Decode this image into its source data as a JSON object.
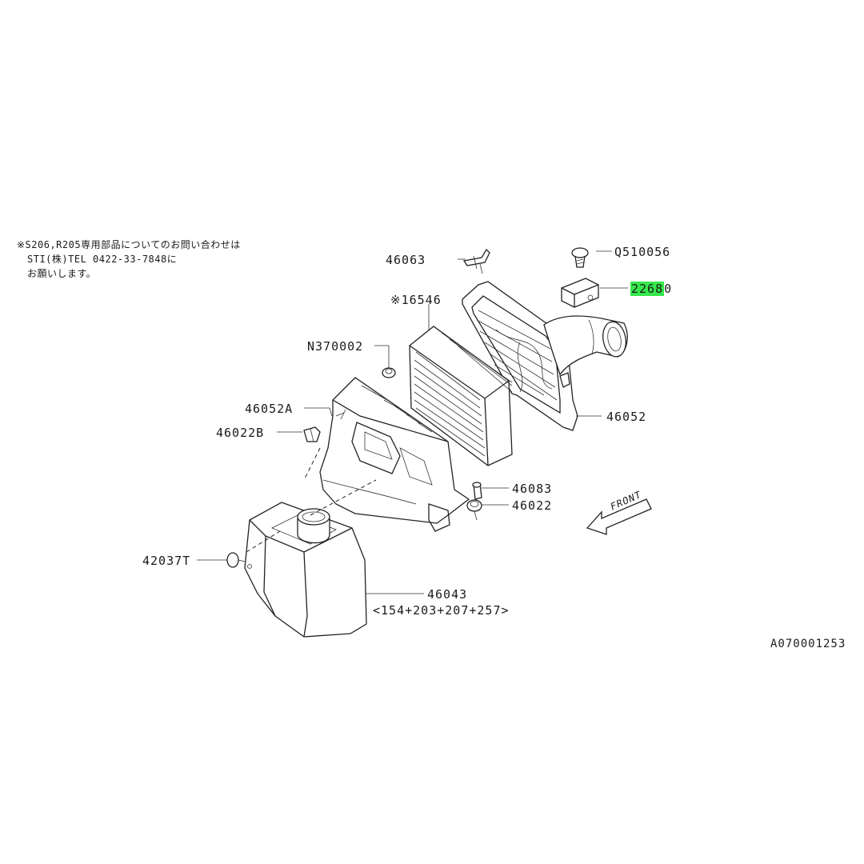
{
  "note": {
    "line1": "※S206,R205専用部品についてのお問い合わせは",
    "line2": "STI(株)TEL 0422-33-7848に",
    "line3": "お願いします。"
  },
  "parts": {
    "p46063": "46063",
    "pQ510056": "Q510056",
    "p22680_hl": "2268",
    "p22680_rest": "0",
    "p16546": "※16546",
    "pN370002": "N370002",
    "p46052A": "46052A",
    "p46022B": "46022B",
    "p46052": "46052",
    "p46083": "46083",
    "p46022": "46022",
    "p42037T": "42037T",
    "p46043": "46043",
    "p46043_sub": "<154+203+207+257>"
  },
  "front_label": "FRONT",
  "diagram_id": "A070001253",
  "highlight_color": "#35e84a"
}
